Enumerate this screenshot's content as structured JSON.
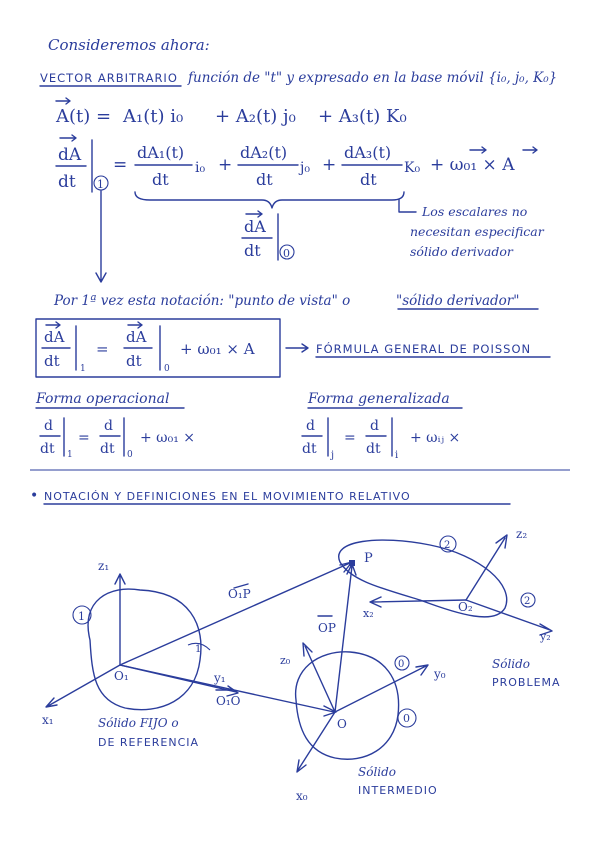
{
  "header": {
    "intro": "Consideremos ahora:",
    "vector_title": "VECTOR ARBITRARIO",
    "vector_desc": "función de \"t\" y expresado en la base móvil {i₀, j₀, K₀}"
  },
  "equations": {
    "a_of_t_lhs": "A(t) =",
    "a_of_t_terms": [
      "A₁(t) i₀",
      "+ A₂(t) j₀",
      "+ A₃(t) K₀"
    ],
    "deriv_lhs_num": "dA",
    "deriv_lhs_den": "dt",
    "deriv_frame_1": "1",
    "eq_sign": "=",
    "term1_num": "dA₁(t)",
    "term1_den": "dt",
    "term1_vec": "i₀",
    "term2_num": "dA₂(t)",
    "term2_den": "dt",
    "term2_vec": "j₀",
    "term3_num": "dA₃(t)",
    "term3_den": "dt",
    "term3_vec": "K₀",
    "omega_term": "+ ω₀₁ × A",
    "brace_num": "dA",
    "brace_den": "dt",
    "brace_frame": "0",
    "note_lines": [
      "Los escalares no",
      "necesitan especificar",
      "sólido derivador"
    ]
  },
  "notation": {
    "first_time": "Por 1ª vez esta notación: \"punto de vista\" o",
    "solid_derivador": "\"sólido derivador\""
  },
  "poisson": {
    "lhs_num": "dA",
    "lhs_den": "dt",
    "lhs_frame": "1",
    "eq": "=",
    "rhs_num": "dA",
    "rhs_den": "dt",
    "rhs_frame": "0",
    "omega": "+ ω₀₁ × A",
    "label": "FÓRMULA GENERAL DE POISSON"
  },
  "forms": {
    "operational_title": "Forma operacional",
    "operational": {
      "d": "d",
      "dt": "dt",
      "f1": "1",
      "eq": "=",
      "f0": "0",
      "omega": "+ ω₀₁ ×"
    },
    "generalized_title": "Forma generalizada",
    "generalized": {
      "d": "d",
      "dt": "dt",
      "fj": "j",
      "eq": "=",
      "fi": "i",
      "omega": "+ ωᵢⱼ ×"
    }
  },
  "section": {
    "bullet": "•",
    "title": "NOTACIÓN Y DEFINICIONES EN EL MOVIMIENTO RELATIVO"
  },
  "diagram": {
    "point_p": "P",
    "vec_o1p": "O₁P",
    "vec_op": "OP",
    "vec_o1o": "O₁O",
    "solid1": {
      "origin": "O₁",
      "x": "x₁",
      "y": "y₁",
      "z": "z₁",
      "tag": "1",
      "axis_tag": "1",
      "label": [
        "Sólido FIJO o",
        "DE REFERENCIA"
      ]
    },
    "solid0": {
      "origin": "O",
      "x": "x₀",
      "y": "y₀",
      "z": "z₀",
      "tag": "0",
      "axis_tag": "0",
      "label": [
        "Sólido",
        "INTERMEDIO"
      ]
    },
    "solid2": {
      "origin": "O₂",
      "x": "x₂",
      "y": "y₂",
      "z": "z₂",
      "tag": "2",
      "axis_tag": "2",
      "label": [
        "Sólido",
        "PROBLEMA"
      ]
    }
  }
}
